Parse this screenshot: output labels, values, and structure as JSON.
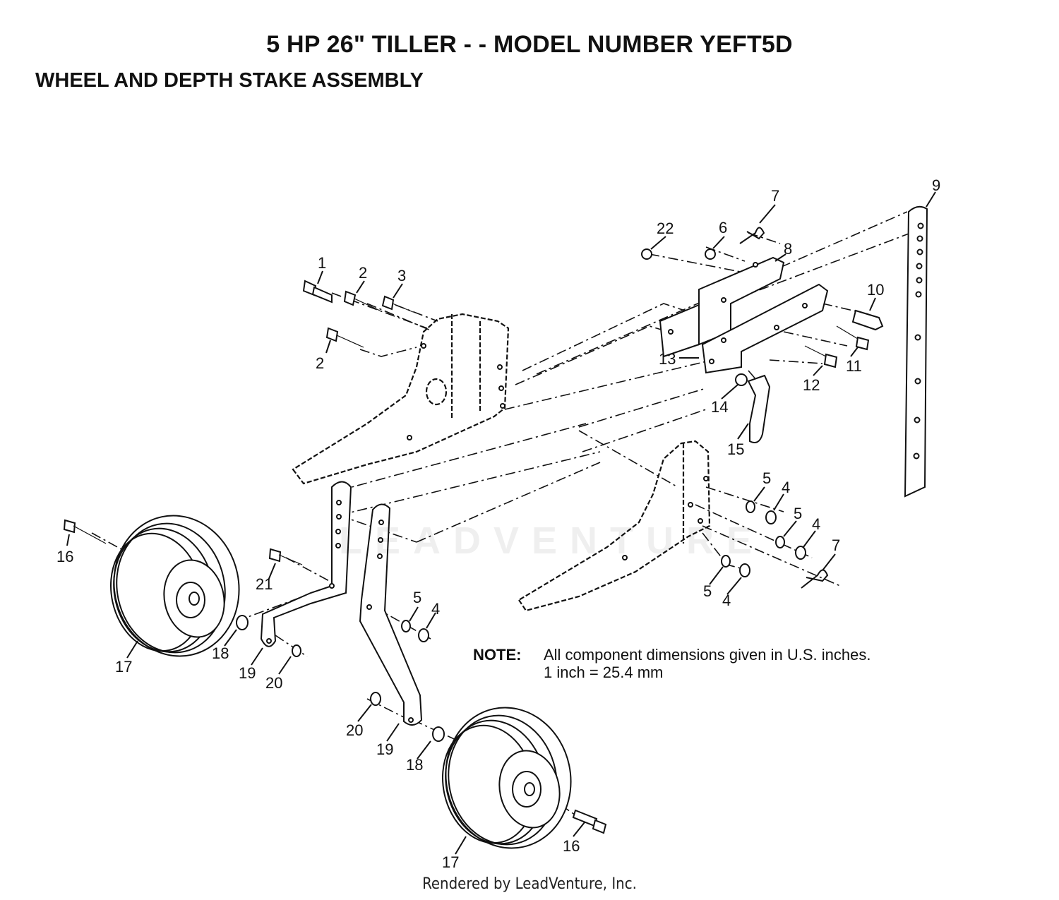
{
  "header": {
    "title": "5 HP 26\" TILLER - - MODEL NUMBER YEFT5D",
    "subtitle": "WHEEL AND DEPTH STAKE ASSEMBLY"
  },
  "note": {
    "label": "NOTE:",
    "line1": "All component dimensions given in U.S. inches.",
    "line2": "1 inch = 25.4 mm"
  },
  "footer": "Rendered by LeadVenture, Inc.",
  "watermark": "LEADVENTURE",
  "callouts": [
    {
      "id": "c1",
      "text": "1"
    },
    {
      "id": "c2a",
      "text": "2"
    },
    {
      "id": "c3",
      "text": "3"
    },
    {
      "id": "c2b",
      "text": "2"
    },
    {
      "id": "c22",
      "text": "22"
    },
    {
      "id": "c6",
      "text": "6"
    },
    {
      "id": "c7a",
      "text": "7"
    },
    {
      "id": "c8",
      "text": "8"
    },
    {
      "id": "c9",
      "text": "9"
    },
    {
      "id": "c10",
      "text": "10"
    },
    {
      "id": "c11",
      "text": "11"
    },
    {
      "id": "c12",
      "text": "12"
    },
    {
      "id": "c13",
      "text": "13"
    },
    {
      "id": "c14",
      "text": "14"
    },
    {
      "id": "c15",
      "text": "15"
    },
    {
      "id": "c5a",
      "text": "5"
    },
    {
      "id": "c4a",
      "text": "4"
    },
    {
      "id": "c5b",
      "text": "5"
    },
    {
      "id": "c4b",
      "text": "4"
    },
    {
      "id": "c7b",
      "text": "7"
    },
    {
      "id": "c5c",
      "text": "5"
    },
    {
      "id": "c4c",
      "text": "4"
    },
    {
      "id": "c16a",
      "text": "16"
    },
    {
      "id": "c17a",
      "text": "17"
    },
    {
      "id": "c21",
      "text": "21"
    },
    {
      "id": "c18a",
      "text": "18"
    },
    {
      "id": "c19a",
      "text": "19"
    },
    {
      "id": "c20a",
      "text": "20"
    },
    {
      "id": "c5d",
      "text": "5"
    },
    {
      "id": "c4d",
      "text": "4"
    },
    {
      "id": "c20b",
      "text": "20"
    },
    {
      "id": "c19b",
      "text": "19"
    },
    {
      "id": "c18b",
      "text": "18"
    },
    {
      "id": "c17b",
      "text": "17"
    },
    {
      "id": "c16b",
      "text": "16"
    }
  ]
}
